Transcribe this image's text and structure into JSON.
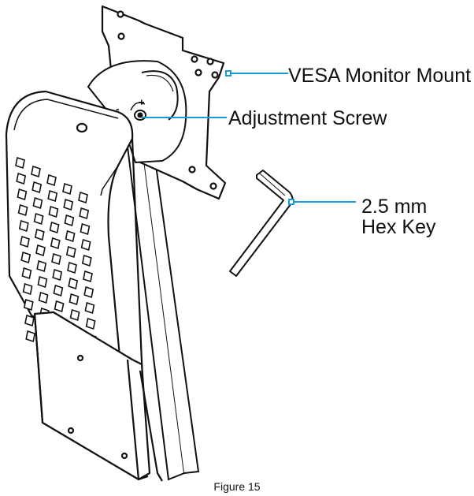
{
  "labels": {
    "vesa_mount": "VESA Monitor Mount",
    "adjustment_screw": "Adjustment Screw",
    "hex_key_line1": "2.5 mm",
    "hex_key_line2": "Hex Key"
  },
  "caption": "Figure 15",
  "adjust_marks": {
    "minus": "-",
    "plus": "+"
  },
  "colors": {
    "leader_line": "#1a9ad6",
    "stroke": "#111111",
    "fill_light": "#ffffff",
    "fill_dark": "#f2f2f2"
  },
  "icons": [
    "vesa-plate-icon",
    "hex-key-icon",
    "monitor-arm-icon"
  ]
}
